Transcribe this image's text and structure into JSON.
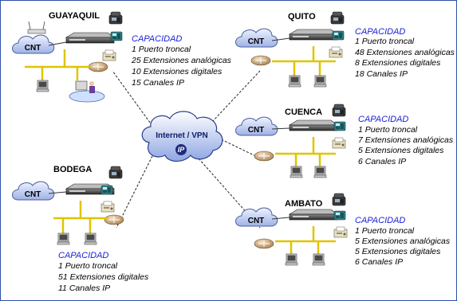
{
  "internet": {
    "label": "Internet / VPN",
    "ip_label": "IP"
  },
  "cloud_label": "CNT",
  "capacity_title": "CAPACIDAD",
  "sites": [
    {
      "name": "GUAYAQUIL",
      "lines": [
        "1 Puerto troncal",
        "25 Extensiones analógicas",
        "10 Extensiones digitales",
        "15 Canales  IP"
      ]
    },
    {
      "name": "QUITO",
      "lines": [
        "1 Puerto troncal",
        "48 Extensiones analógicas",
        "8 Extensiones digitales",
        "18 Canales  IP"
      ]
    },
    {
      "name": "CUENCA",
      "lines": [
        "1 Puerto troncal",
        "7 Extensiones analógicas",
        "5 Extensiones digitales",
        "6 Canales  IP"
      ]
    },
    {
      "name": "BODEGA",
      "lines": [
        "1 Puerto troncal",
        "51 Extensiones digitales",
        "11 Canales  IP"
      ]
    },
    {
      "name": "AMBATO",
      "lines": [
        "1 Puerto troncal",
        "5 Extensiones analógicas",
        "5 Extensiones digitales",
        "6 Canales  IP"
      ]
    }
  ]
}
